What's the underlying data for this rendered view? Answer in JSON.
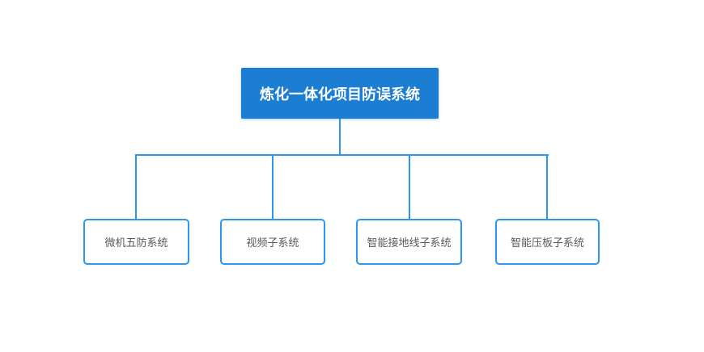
{
  "diagram": {
    "type": "org-tree",
    "root": {
      "label": "炼化一体化项目防误系统"
    },
    "children": [
      {
        "label": "微机五防系统"
      },
      {
        "label": "视频子系统"
      },
      {
        "label": "智能接地线子系统"
      },
      {
        "label": "智能压板子系统"
      }
    ],
    "colors": {
      "root_fill": "#1b7ed3",
      "root_text": "#ffffff",
      "connector": "#2b97f1",
      "child_border": "#2b97f1",
      "child_text": "#595959",
      "background": "#ffffff"
    }
  }
}
